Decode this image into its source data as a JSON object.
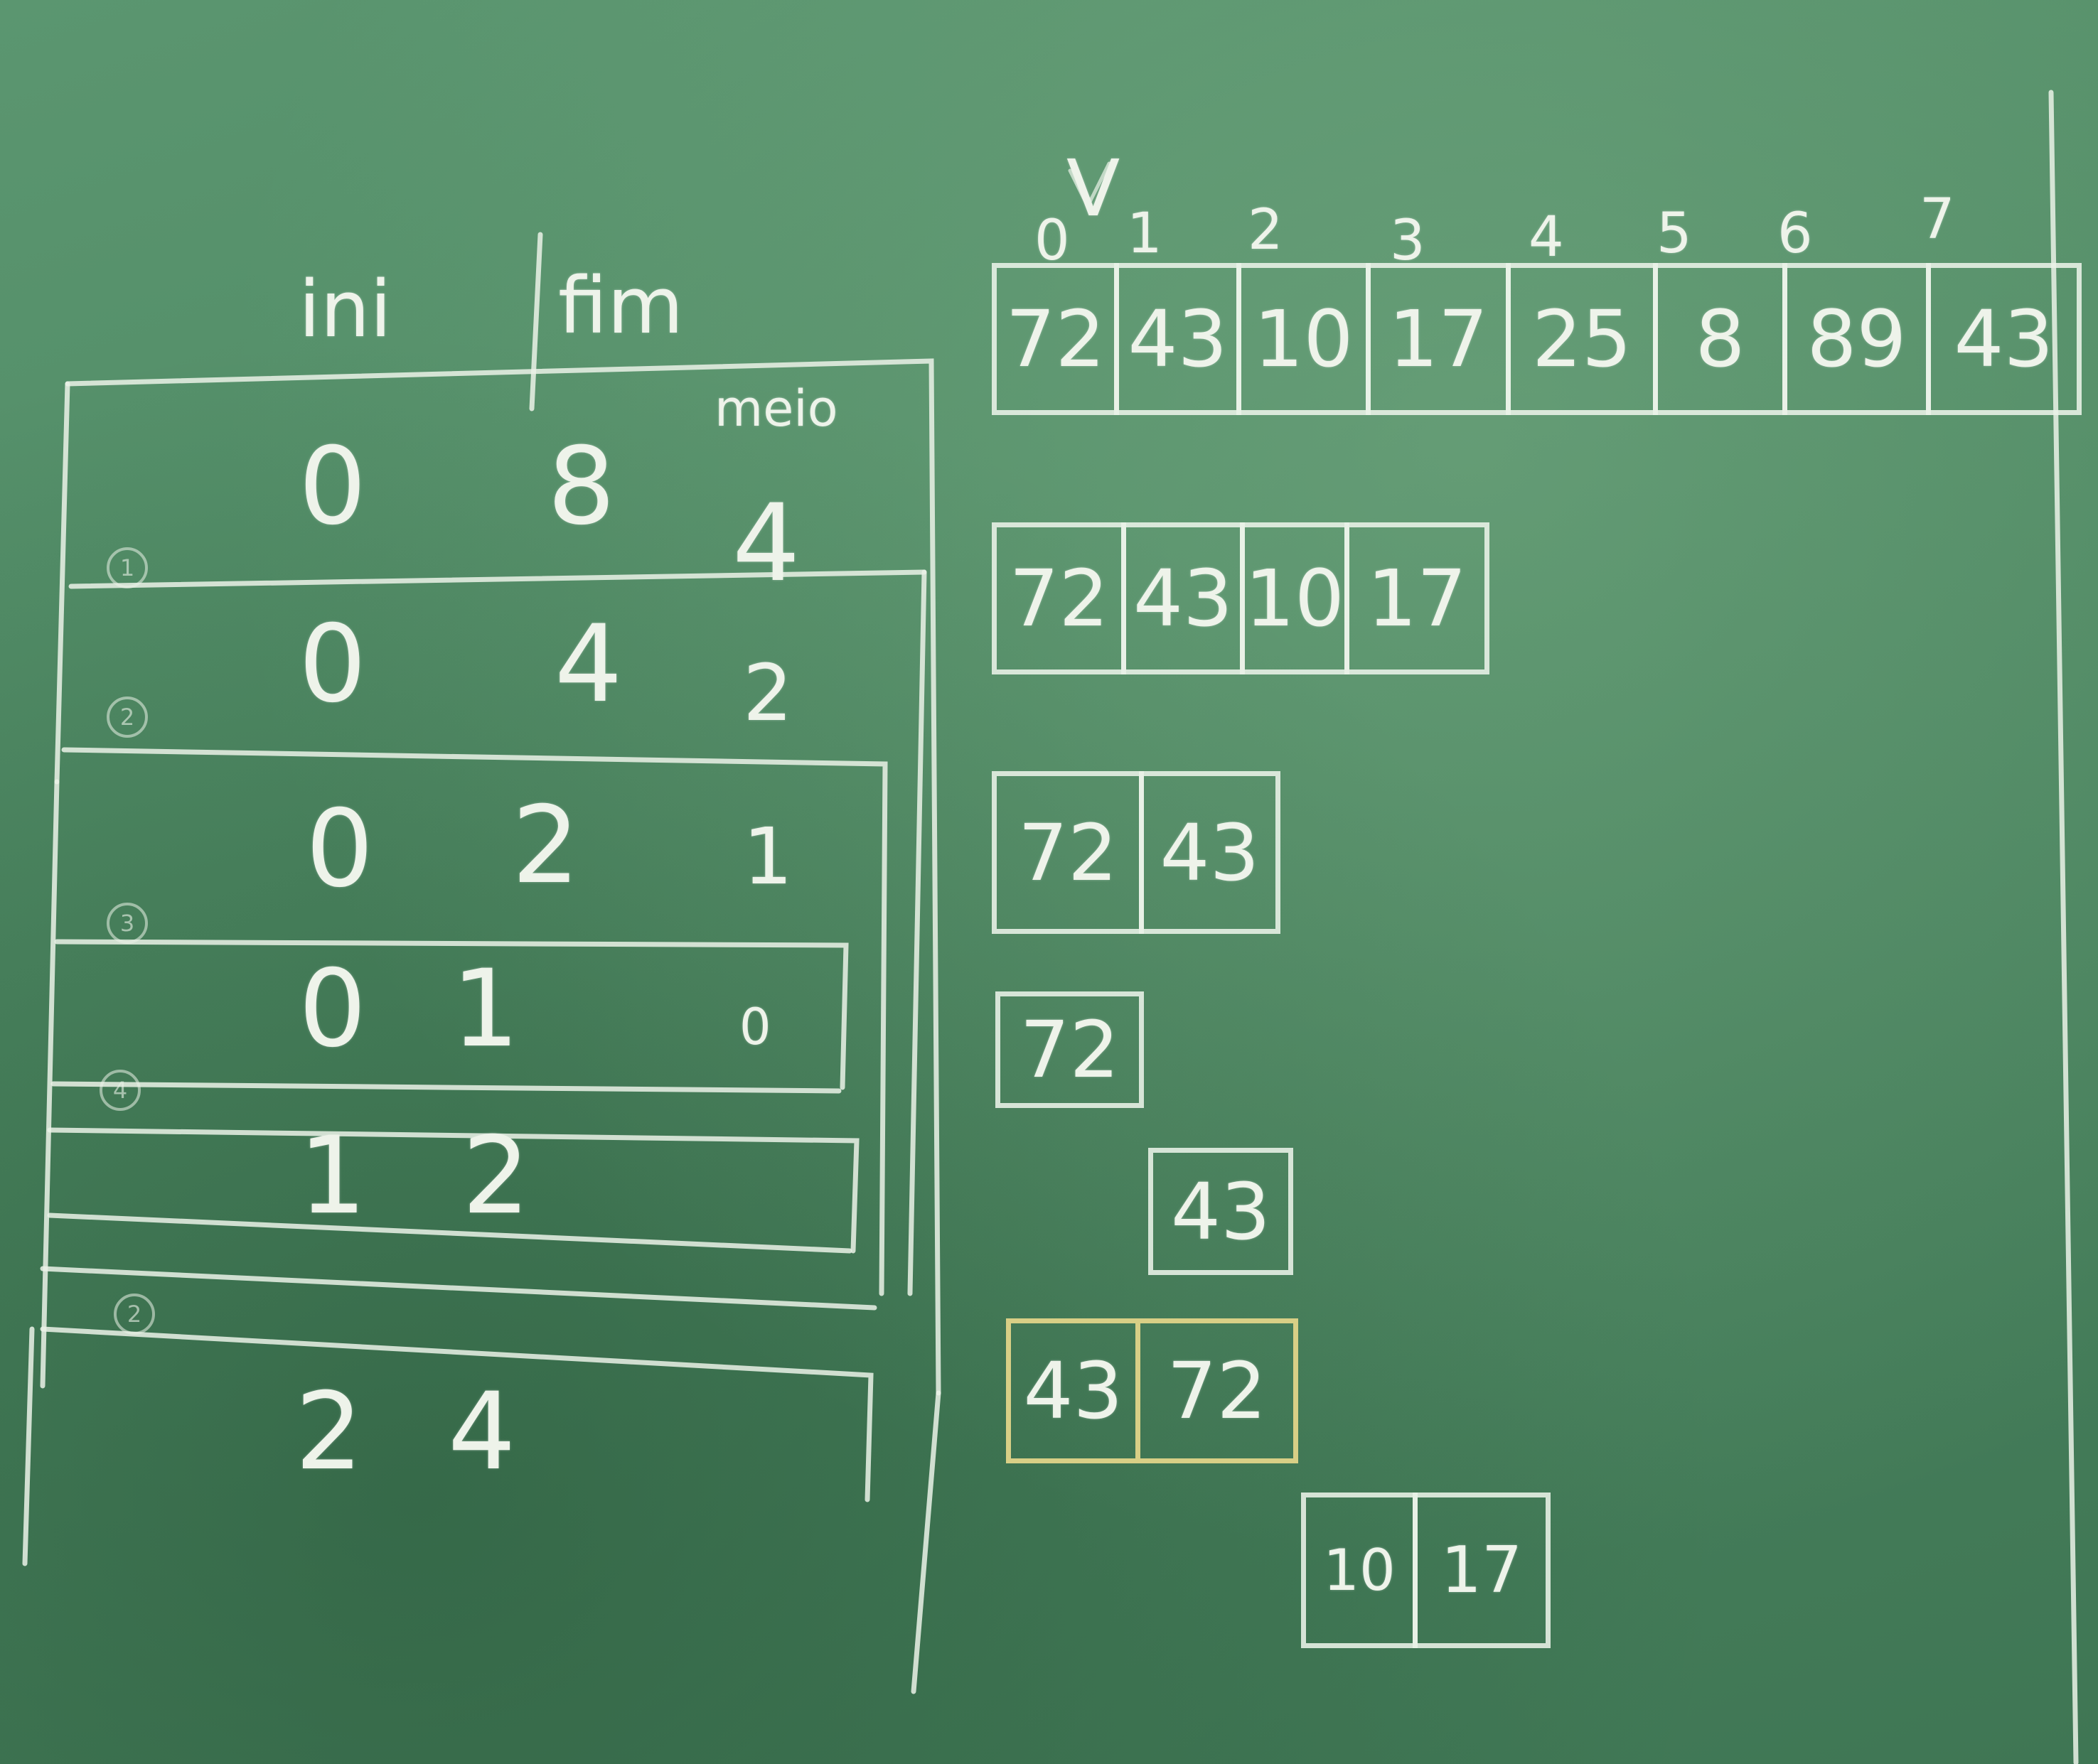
{
  "trace_table": {
    "headers": {
      "ini": "ini",
      "fim": "fim",
      "meio": "meio"
    },
    "rows": [
      {
        "ini": "0",
        "fim": "8",
        "meio": "4",
        "marker": "1"
      },
      {
        "ini": "0",
        "fim": "4",
        "meio": "2",
        "marker": "2"
      },
      {
        "ini": "0",
        "fim": "2",
        "meio": "1",
        "marker": "3"
      },
      {
        "ini": "0",
        "fim": "1",
        "meio": "0",
        "marker": "4"
      },
      {
        "ini": "1",
        "fim": "2",
        "meio": "",
        "marker": ""
      },
      {
        "ini": "2",
        "fim": "4",
        "meio": "",
        "marker": "2"
      }
    ]
  },
  "vector": {
    "name": "V",
    "indices": [
      "0",
      "1",
      "2",
      "3",
      "4",
      "5",
      "6",
      "7"
    ],
    "values": [
      "72",
      "43",
      "10",
      "17",
      "25",
      "8",
      "89",
      "43"
    ]
  },
  "subarrays": {
    "half_left": [
      "72",
      "43",
      "10",
      "17"
    ],
    "quarter": [
      "72",
      "43"
    ],
    "single_a": [
      "72"
    ],
    "single_b": [
      "43"
    ],
    "merged": [
      "43",
      "72"
    ],
    "pair_right": [
      "10",
      "17"
    ]
  },
  "colors": {
    "board": "#4f8a64",
    "chalk": "#eef3ea",
    "yellow_chalk": "#d8cf86"
  }
}
